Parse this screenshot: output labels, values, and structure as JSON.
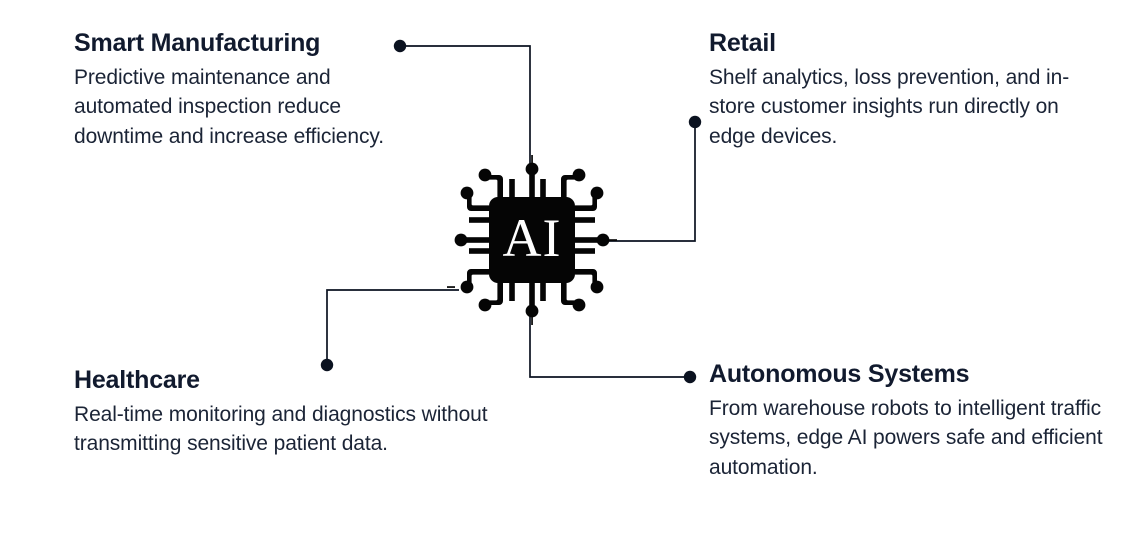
{
  "diagram": {
    "center": {
      "label": "AI",
      "icon": "ai-chip-icon",
      "color": "#050505"
    },
    "colors": {
      "background": "#ffffff",
      "heading": "#111A2E",
      "body": "#1B2436",
      "wire": "#0B1220",
      "chip": "#050505"
    },
    "nodes": [
      {
        "id": "smart-manufacturing",
        "title": "Smart Manufacturing",
        "description": "Predictive maintenance and automated inspection reduce downtime and increase efficiency.",
        "position": "top-left"
      },
      {
        "id": "retail",
        "title": "Retail",
        "description": "Shelf analytics, loss prevention, and in-store customer insights run directly on edge devices.",
        "position": "top-right"
      },
      {
        "id": "healthcare",
        "title": "Healthcare",
        "description": "Real-time monitoring and diagnostics without transmitting sensitive patient data.",
        "position": "bottom-left"
      },
      {
        "id": "autonomous-systems",
        "title": "Autonomous Systems",
        "description": "From warehouse robots to intelligent traffic systems, edge AI powers safe and efficient automation.",
        "position": "bottom-right"
      }
    ],
    "connectors": [
      {
        "id": "connector-smart-manufacturing",
        "from": "smart-manufacturing",
        "to": "center",
        "endpoint": [
          400,
          46
        ]
      },
      {
        "id": "connector-retail",
        "from": "retail",
        "to": "center",
        "endpoint": [
          695,
          122
        ]
      },
      {
        "id": "connector-healthcare",
        "from": "healthcare",
        "to": "center",
        "endpoint": [
          327,
          365
        ]
      },
      {
        "id": "connector-autonomous-systems",
        "from": "autonomous-systems",
        "to": "center",
        "endpoint": [
          690,
          377
        ]
      }
    ]
  }
}
